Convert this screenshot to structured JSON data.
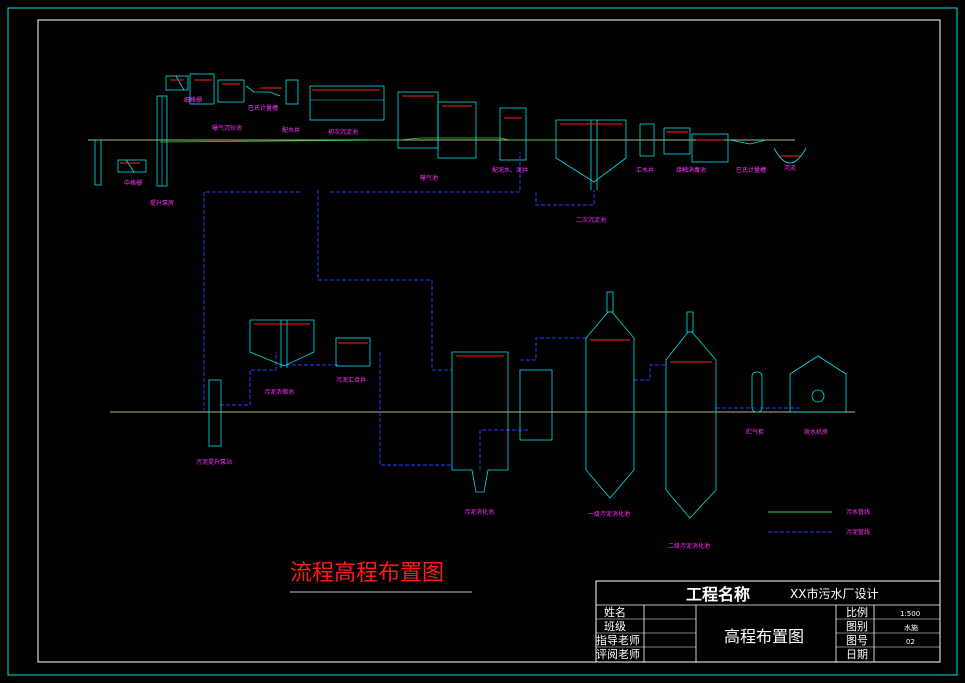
{
  "drawing": {
    "title": "流程高程布置图",
    "colors": {
      "frame": "#00e5e5",
      "structure": "#00e5e5",
      "water_line": "#33cc33",
      "sludge_line": "#2a3cff",
      "label": "#ff33ff",
      "level_mark": "#ff2222",
      "ground": "#e8f0a0",
      "title": "#ff1a1a"
    },
    "labels": {
      "coarse_screen": "中格栅",
      "lift_pump": "提升泵房",
      "fine_screen": "细格栅",
      "aerated_grit": "曝气沉砂池",
      "parshall_1": "巴氏计量槽",
      "dist_well": "配水井",
      "primary_settle": "初次沉淀池",
      "aeration": "曝气池",
      "dist_sludge": "配泥水、泥井",
      "secondary_settle": "二次沉淀池",
      "collect_well": "汇水井",
      "contact_disinfect": "接触消毒池",
      "parshall_2": "巴氏计量槽",
      "river": "河流",
      "sludge_thickener": "污泥浓缩池",
      "sludge_sump": "污泥汇合井",
      "sludge_lift": "污泥提升泵站",
      "sludge_digest": "污泥消化池",
      "digester_1": "一级污泥消化池",
      "digester_2": "二级污泥消化池",
      "gas_holder": "贮气柜",
      "dewater_room": "脱水机房"
    },
    "legend": {
      "water": "污水管线",
      "sludge": "污泥管线"
    }
  },
  "title_block": {
    "project_label": "工程名称",
    "project_name": "XX市污水厂设计",
    "drawing_name": "高程布置图",
    "left_rows": [
      "姓名",
      "班级",
      "指导老师",
      "评阅老师"
    ],
    "right_labels": [
      "比例",
      "图别",
      "图号",
      "日期"
    ],
    "right_values": [
      "1:500",
      "水施",
      "02",
      ""
    ]
  }
}
